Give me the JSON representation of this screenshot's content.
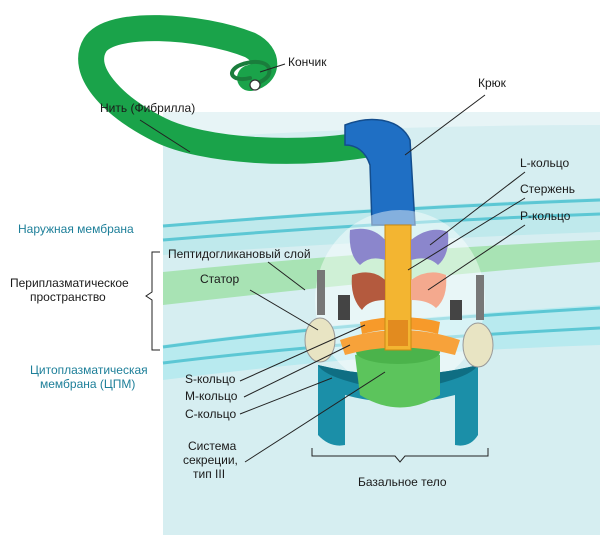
{
  "labels": {
    "tip": "Кончик",
    "filament": "Нить (Фибрилла)",
    "hook": "Крюк",
    "l_ring": "L-кольцо",
    "rod": "Стержень",
    "p_ring": "P-кольцо",
    "outer_membrane": "Наружная мембрана",
    "peptidoglycan": "Пептидогликановый слой",
    "periplasm_line1": "Периплазматическое",
    "periplasm_line2": "пространство",
    "stator": "Статор",
    "cpm_line1": "Цитоплазматическая",
    "cpm_line2": "мембрана (ЦПМ)",
    "s_ring": "S-кольцо",
    "m_ring": "M-кольцо",
    "c_ring": "C-кольцо",
    "t3ss_line1": "Система",
    "t3ss_line2": "секреции,",
    "t3ss_line3": "тип III",
    "basal_body": "Базальное тело"
  },
  "colors": {
    "filament": "#1aa34a",
    "hook": "#1f6fc4",
    "rod": "#f3b531",
    "l_ring": "#8b86cc",
    "p_ring": "#f4a98e",
    "s_m_ring": "#f7a23a",
    "stator": "#e8e4c3",
    "c_ring": "#1b8fa8",
    "secretion": "#5cc45c",
    "outer_membrane": "#cdeeee",
    "peptidoglycan": "#b6e6c0",
    "cpm": "#cfeff2",
    "teal_text": "#1d7f99"
  }
}
